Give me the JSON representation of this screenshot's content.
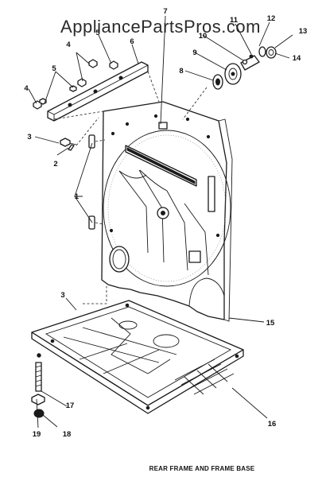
{
  "header": {
    "site_name": "AppliancePartsPros.com"
  },
  "caption": "REAR FRAME AND FRAME BASE",
  "callouts": {
    "c1": "1",
    "c2": "2",
    "c3a": "3",
    "c3b": "3",
    "c4a": "4",
    "c4b": "4",
    "c5a": "5",
    "c5b": "5",
    "c6": "6",
    "c7": "7",
    "c8": "8",
    "c9": "9",
    "c10": "10",
    "c11": "11",
    "c12": "12",
    "c13": "13",
    "c14": "14",
    "c15": "15",
    "c16": "16",
    "c17": "17",
    "c18": "18",
    "c19": "19"
  },
  "colors": {
    "ink": "#1a1a1a",
    "background": "#ffffff",
    "header_text": "#2b2b2b"
  }
}
